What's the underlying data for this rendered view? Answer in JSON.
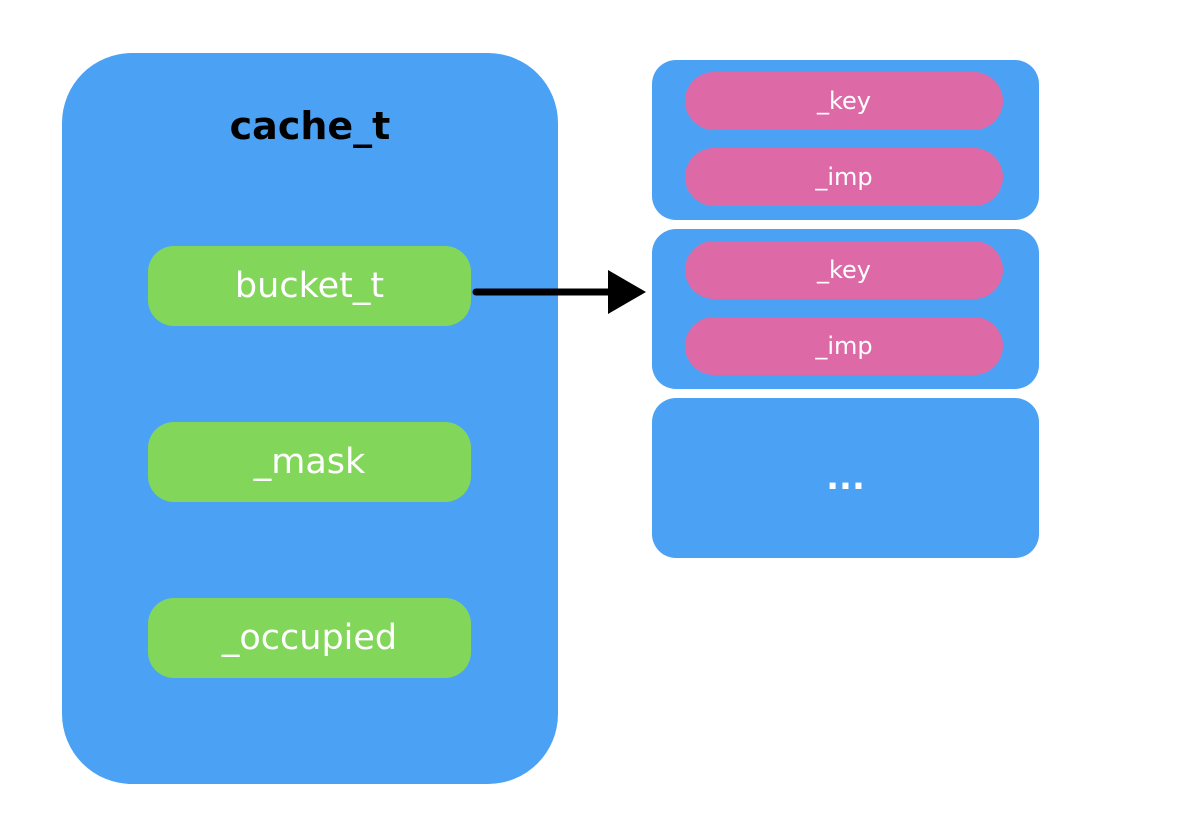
{
  "cache": {
    "title": "cache_t",
    "fields": {
      "bucket": "bucket_t",
      "mask": "_mask",
      "occupied": "_occupied"
    }
  },
  "buckets": [
    {
      "key": "_key",
      "imp": "_imp"
    },
    {
      "key": "_key",
      "imp": "_imp"
    }
  ],
  "more": "...",
  "colors": {
    "container_blue": "#4ba2f4",
    "field_green": "#82d65a",
    "pill_pink": "#dd6aa7",
    "arrow": "#000000"
  }
}
